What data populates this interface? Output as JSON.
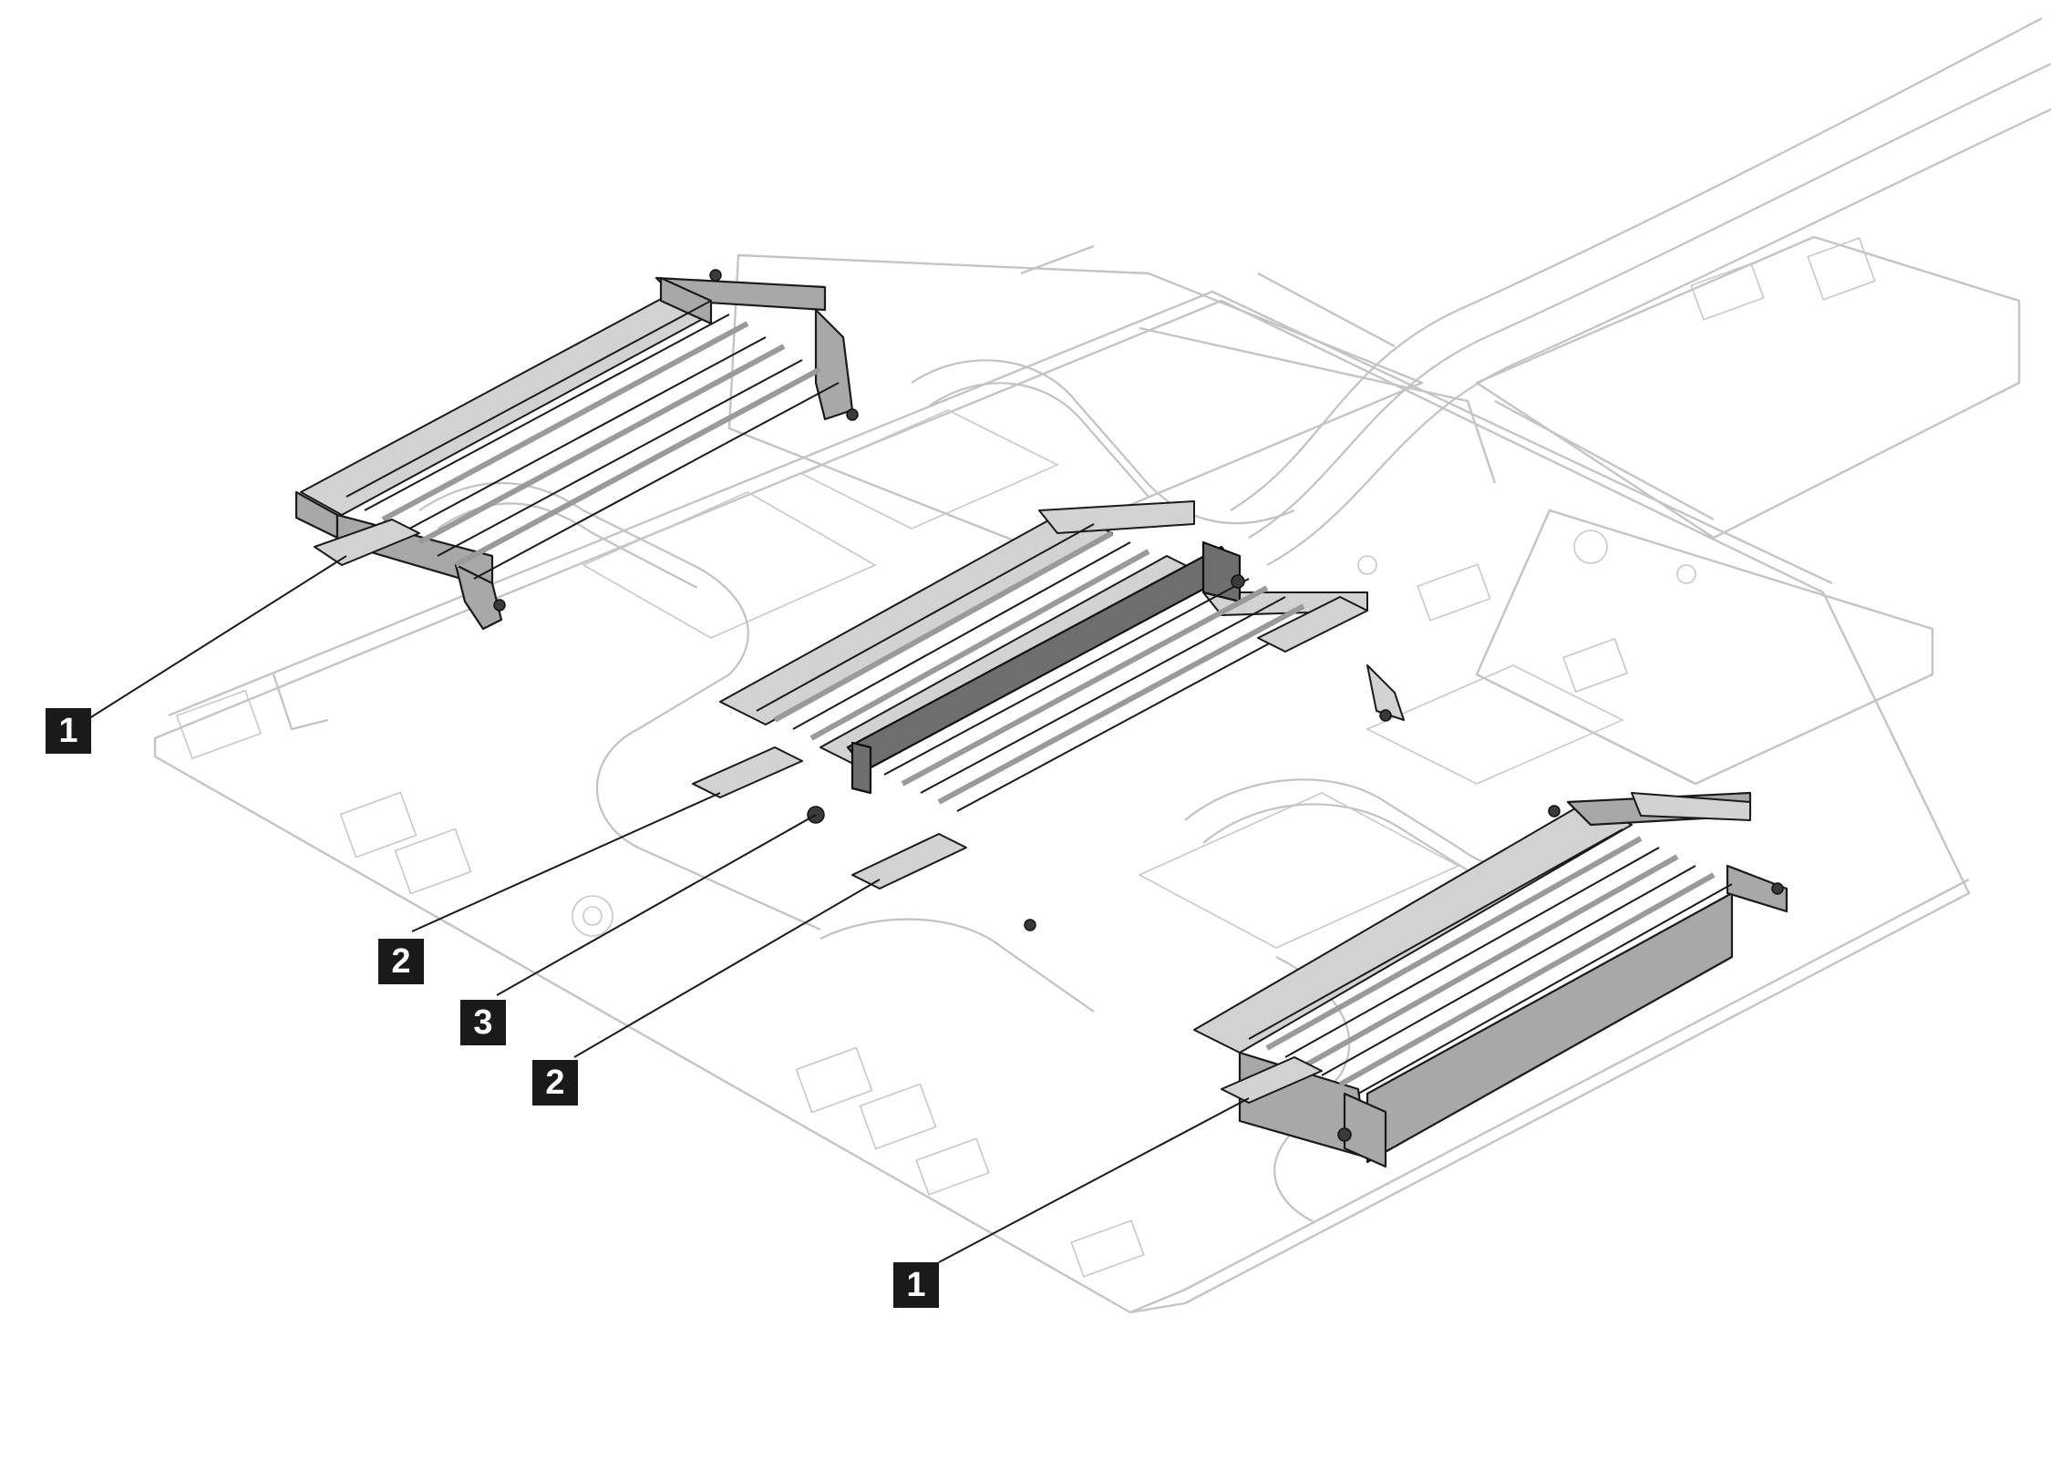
{
  "callouts": [
    {
      "id": "a",
      "label": "1"
    },
    {
      "id": "b",
      "label": "2"
    },
    {
      "id": "c",
      "label": "3"
    },
    {
      "id": "d",
      "label": "2"
    },
    {
      "id": "e",
      "label": "1"
    }
  ],
  "colors": {
    "outline": "#c4c4c4",
    "highlight_fill": "#a8a8a8",
    "highlight_dark": "#6e6e6e",
    "callout_bg": "#1a1a1a",
    "callout_text": "#ffffff"
  }
}
